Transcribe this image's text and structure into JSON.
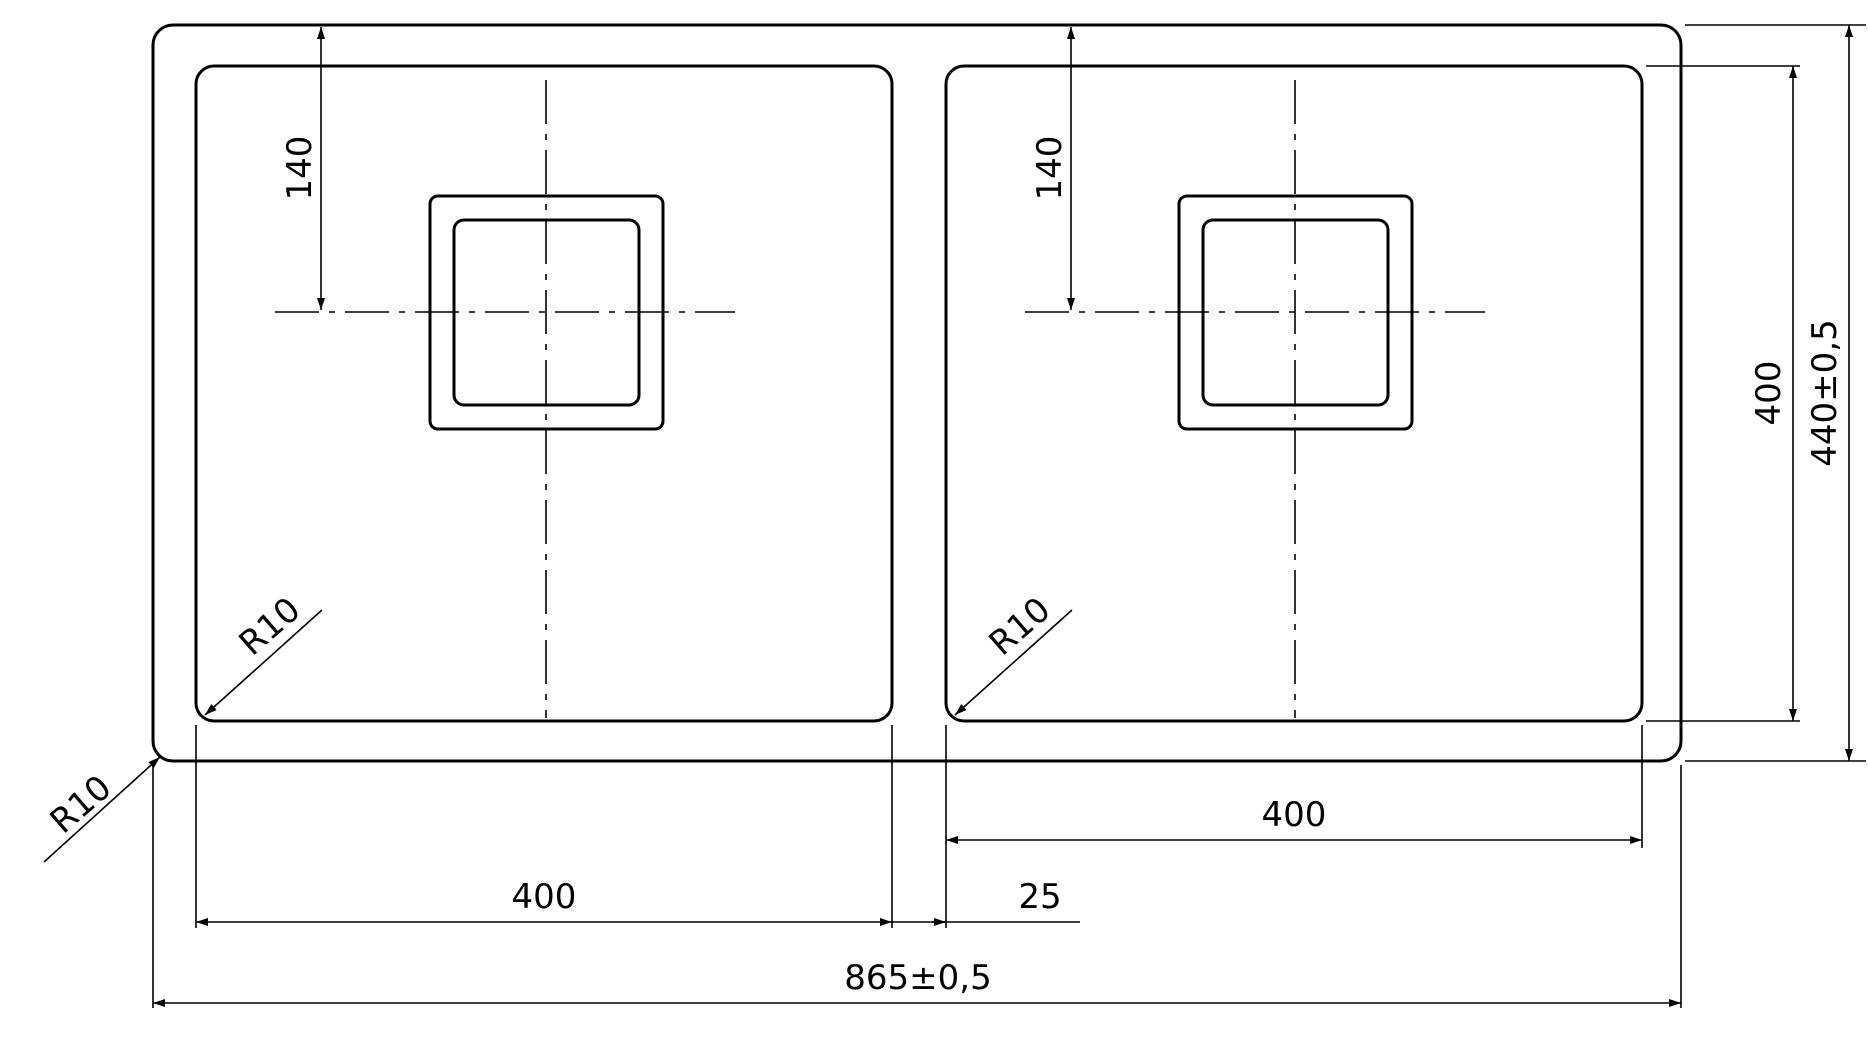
{
  "drawing": {
    "colors": {
      "line": "#000000",
      "background": "#ffffff"
    },
    "dimensions": {
      "left_bowl_width": "400",
      "right_bowl_width": "400",
      "gap_width": "25",
      "overall_width": "865±0,5",
      "bowl_height": "400",
      "overall_height": "440±0,5",
      "left_drain_offset": "140",
      "right_drain_offset": "140",
      "left_bowl_radius": "R10",
      "right_bowl_radius": "R10",
      "outer_radius": "R10"
    }
  }
}
